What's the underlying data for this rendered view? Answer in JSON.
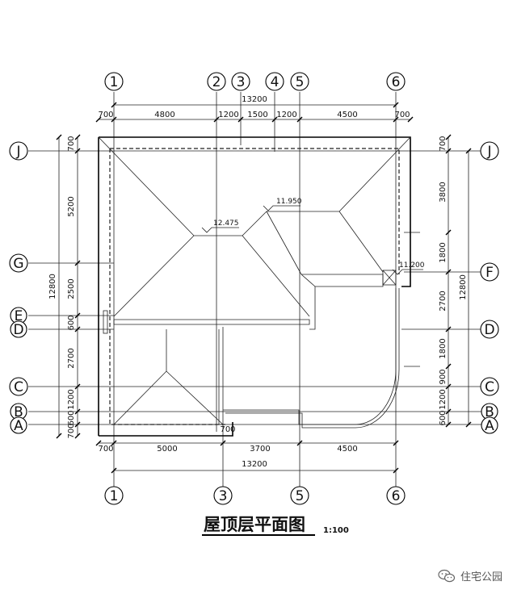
{
  "drawing": {
    "title": "屋顶层平面图",
    "scale": "1:100",
    "axes": {
      "top": [
        "1",
        "2",
        "3",
        "4",
        "5",
        "6"
      ],
      "bottom": [
        "1",
        "3",
        "5",
        "6"
      ],
      "left": [
        "J",
        "G",
        "E",
        "D",
        "C",
        "B",
        "A"
      ],
      "right": [
        "J",
        "F",
        "D",
        "C",
        "B",
        "A"
      ]
    },
    "dimensions": {
      "top_total": "13200",
      "top_segments": [
        "700",
        "4800",
        "1200",
        "1500",
        "1200",
        "4500",
        "700"
      ],
      "bottom_total": "13200",
      "bottom_segments": [
        "700",
        "5000",
        "3700",
        "4500"
      ],
      "bottom_extra": "700",
      "left_total": "12800",
      "left_segments": [
        "700",
        "5200",
        "2500",
        "600",
        "2700",
        "1200",
        "600",
        "700"
      ],
      "right_total": "12800",
      "right_segments": [
        "700",
        "3800",
        "1800",
        "2700",
        "1800",
        "900",
        "1200",
        "600"
      ]
    },
    "elevations": [
      "12.475",
      "11.950",
      "11.200"
    ]
  },
  "watermark": {
    "text": "住宅公园"
  }
}
